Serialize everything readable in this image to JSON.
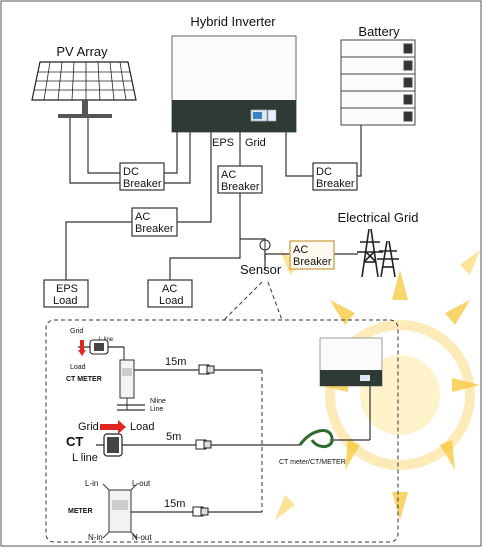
{
  "title": "Hybrid Inverter",
  "labels": {
    "pv_array": "PV Array",
    "battery": "Battery",
    "eps_port": "EPS",
    "grid_port": "Grid",
    "electrical_grid": "Electrical Grid",
    "sensor": "Sensor"
  },
  "boxes": {
    "dc_breaker_pv": [
      "DC",
      "Breaker"
    ],
    "dc_breaker_battery": [
      "DC",
      "Breaker"
    ],
    "ac_breaker_grid_port": [
      "AC",
      "Breaker"
    ],
    "ac_breaker_eps": [
      "AC",
      "Breaker"
    ],
    "ac_breaker_grid": [
      "AC",
      "Breaker"
    ],
    "eps_load": [
      "EPS",
      "Load"
    ],
    "ac_load": [
      "AC",
      "Load"
    ]
  },
  "detail": {
    "ct_meter": {
      "grid": "Grid",
      "load": "Load",
      "l_line": "L line",
      "name": "CT METER",
      "distance": "15m",
      "nline": "Nline",
      "line": "Line"
    },
    "ct": {
      "grid": "Grid",
      "load": "Load",
      "name": "CT",
      "l_line": "L line",
      "distance": "5m"
    },
    "meter": {
      "l_in": "L-in",
      "l_out": "L-out",
      "name": "METER",
      "n_in": "N-in",
      "n_out": "N-out",
      "distance": "15m"
    },
    "cable_caption": "CT meter/CT/METER"
  },
  "colors": {
    "inverter_panel": "#2e3a33",
    "highlight_box": "#c69a3c",
    "arrow_red": "#e0261f",
    "cable_green": "#2f6b2f",
    "watermark": "#f7c020"
  }
}
